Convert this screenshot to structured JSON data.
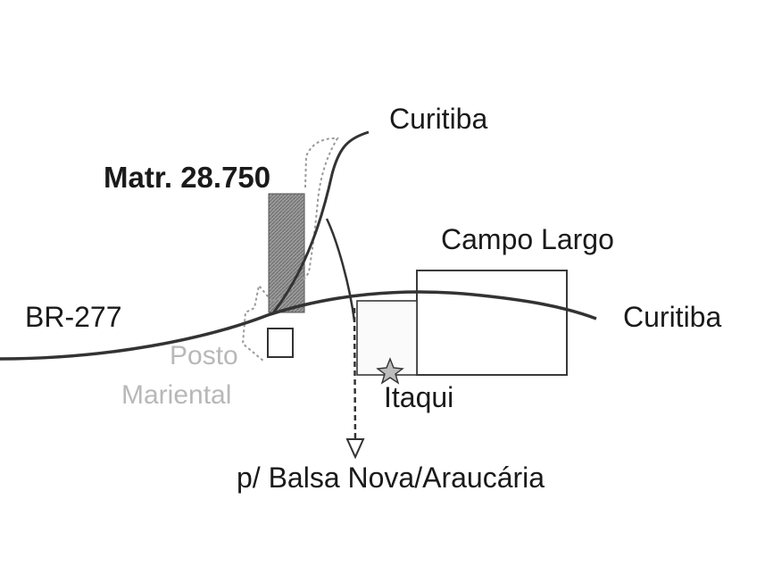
{
  "map": {
    "labels": {
      "curitiba_north": "Curitiba",
      "matricula": "Matr. 28.750",
      "campo_largo": "Campo Largo",
      "br277": "BR-277",
      "curitiba_east": "Curitiba",
      "posto_line1": "Posto",
      "posto_line2": "Mariental",
      "itaqui": "Itaqui",
      "destination": "p/  Balsa Nova/Araucária"
    },
    "colors": {
      "road": "#333333",
      "outline": "#3a3a3a",
      "parcel_fill": "#8c8c8c",
      "dotted_boundary": "#9a9a9a",
      "faded_text": "#b8b8b8"
    },
    "icons": [
      "south-arrow-icon",
      "star-marker-icon"
    ]
  }
}
